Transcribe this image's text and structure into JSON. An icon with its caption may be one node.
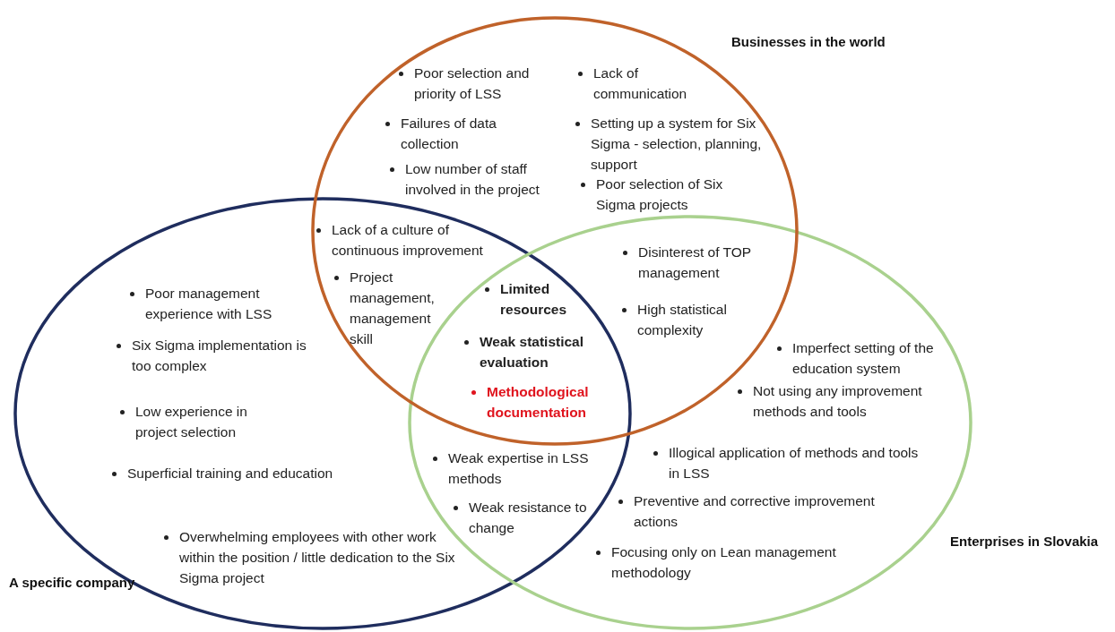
{
  "diagram": {
    "nodes": [
      {
        "text": [
          "Businesses in the world"
        ]
      },
      {
        "text": [
          "A specific company"
        ]
      },
      {
        "text": [
          "Enterprises in Slovakia"
        ]
      }
    ],
    "labels": [
      "Poor selection and priority of LSS",
      "Lack of communication",
      "Failures of data collection",
      "Setting up a system for Six Sigma - selection, planning, support",
      "Low number of staff involved in the project",
      "Poor selection of Six Sigma projects",
      "Lack of a culture of continuous improvement",
      "Disinterest of TOP management",
      "Poor management experience with LSS",
      "Project management, management skill",
      "Limited resources",
      "High statistical complexity",
      "Six Sigma implementation is too complex",
      "Imperfect setting of the education system",
      "Weak statistical evaluation",
      "Methodological documentation",
      "Not using any improvement methods and tools",
      "Low experience in project selection",
      "Superficial training and education",
      "Illogical application of methods and tools in LSS",
      "Weak expertise in LSS methods",
      "Preventive and corrective improvement actions",
      "Weak resistance to change",
      "Overwhelming employees with other work within the position / little dedication to the Six Sigma project",
      "Focusing only on Lean management methodology"
    ]
  }
}
